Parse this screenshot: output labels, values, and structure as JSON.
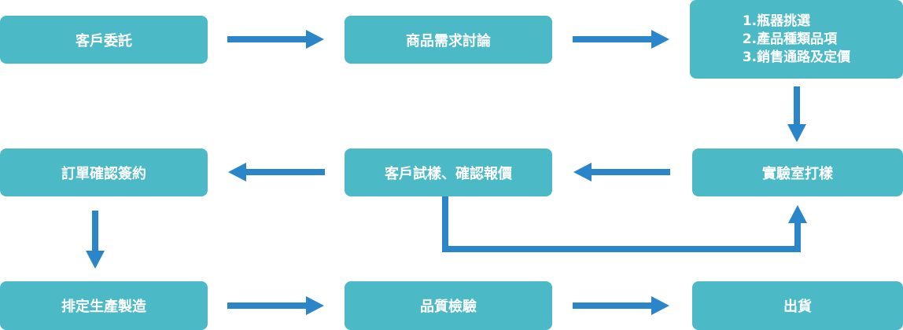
{
  "flow": {
    "step1": "客戶委託",
    "step2": "商品需求討論",
    "step3_lines": [
      "1.瓶器挑選",
      "2.產品種類品項",
      "3.銷售通路及定價"
    ],
    "step4": "實驗室打樣",
    "step5": "客戶試樣、確認報價",
    "step6": "訂單確認簽約",
    "step7": "排定生產製造",
    "step8": "品質檢驗",
    "step9": "出貨"
  },
  "colors": {
    "box_fill": "#4bbac6",
    "box_text": "#ffffff",
    "arrow": "#2a86c8"
  }
}
